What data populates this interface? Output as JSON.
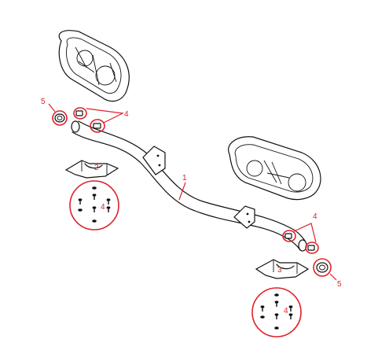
{
  "callouts": {
    "part1": "1",
    "part2": "2",
    "part3": "3",
    "part4_top": "4",
    "part4_circle_left": "4",
    "part4_right": "4",
    "part4_circle_bottom": "4",
    "part5_left": "5",
    "part5_right": "5"
  },
  "colors": {
    "callout": "#e0202a",
    "line": "#111111",
    "background": "#ffffff"
  }
}
